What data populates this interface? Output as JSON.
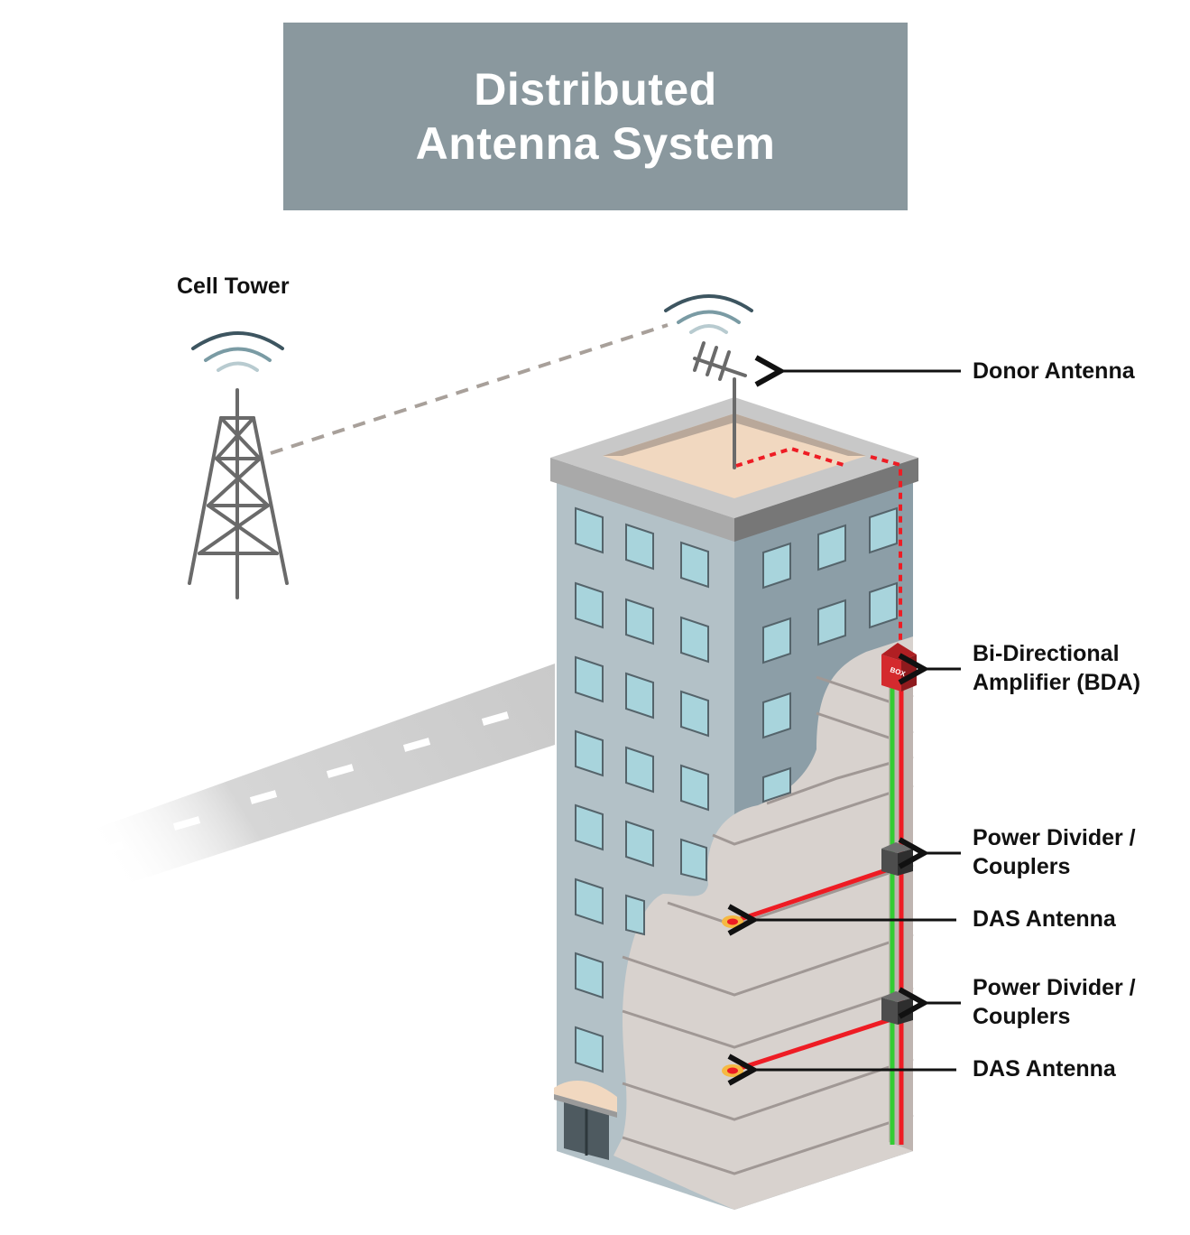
{
  "title": {
    "line1": "Distributed",
    "line2": "Antenna System"
  },
  "labels": {
    "cell_tower": "Cell Tower",
    "donor_antenna": "Donor Antenna",
    "bda_line1": "Bi-Directional",
    "bda_line2": "Amplifier (BDA)",
    "power_divider_1_line1": "Power Divider /",
    "power_divider_1_line2": "Couplers",
    "das_antenna_1": "DAS Antenna",
    "power_divider_2_line1": "Power Divider /",
    "power_divider_2_line2": "Couplers",
    "das_antenna_2": "DAS Antenna",
    "bda_box_text": "BOX"
  },
  "colors": {
    "title_background": "#8a989e",
    "signal_cable": "#ee1c24",
    "backbone_cable": "#33cc33",
    "building_front": "#b3c1c7",
    "building_side": "#8c9ea7",
    "window": "#a8d4dc",
    "floor": "#d6d0cc",
    "rooftop": "#f1d8c0",
    "bda_box": "#cc2229",
    "road": "#cfcfcf"
  }
}
